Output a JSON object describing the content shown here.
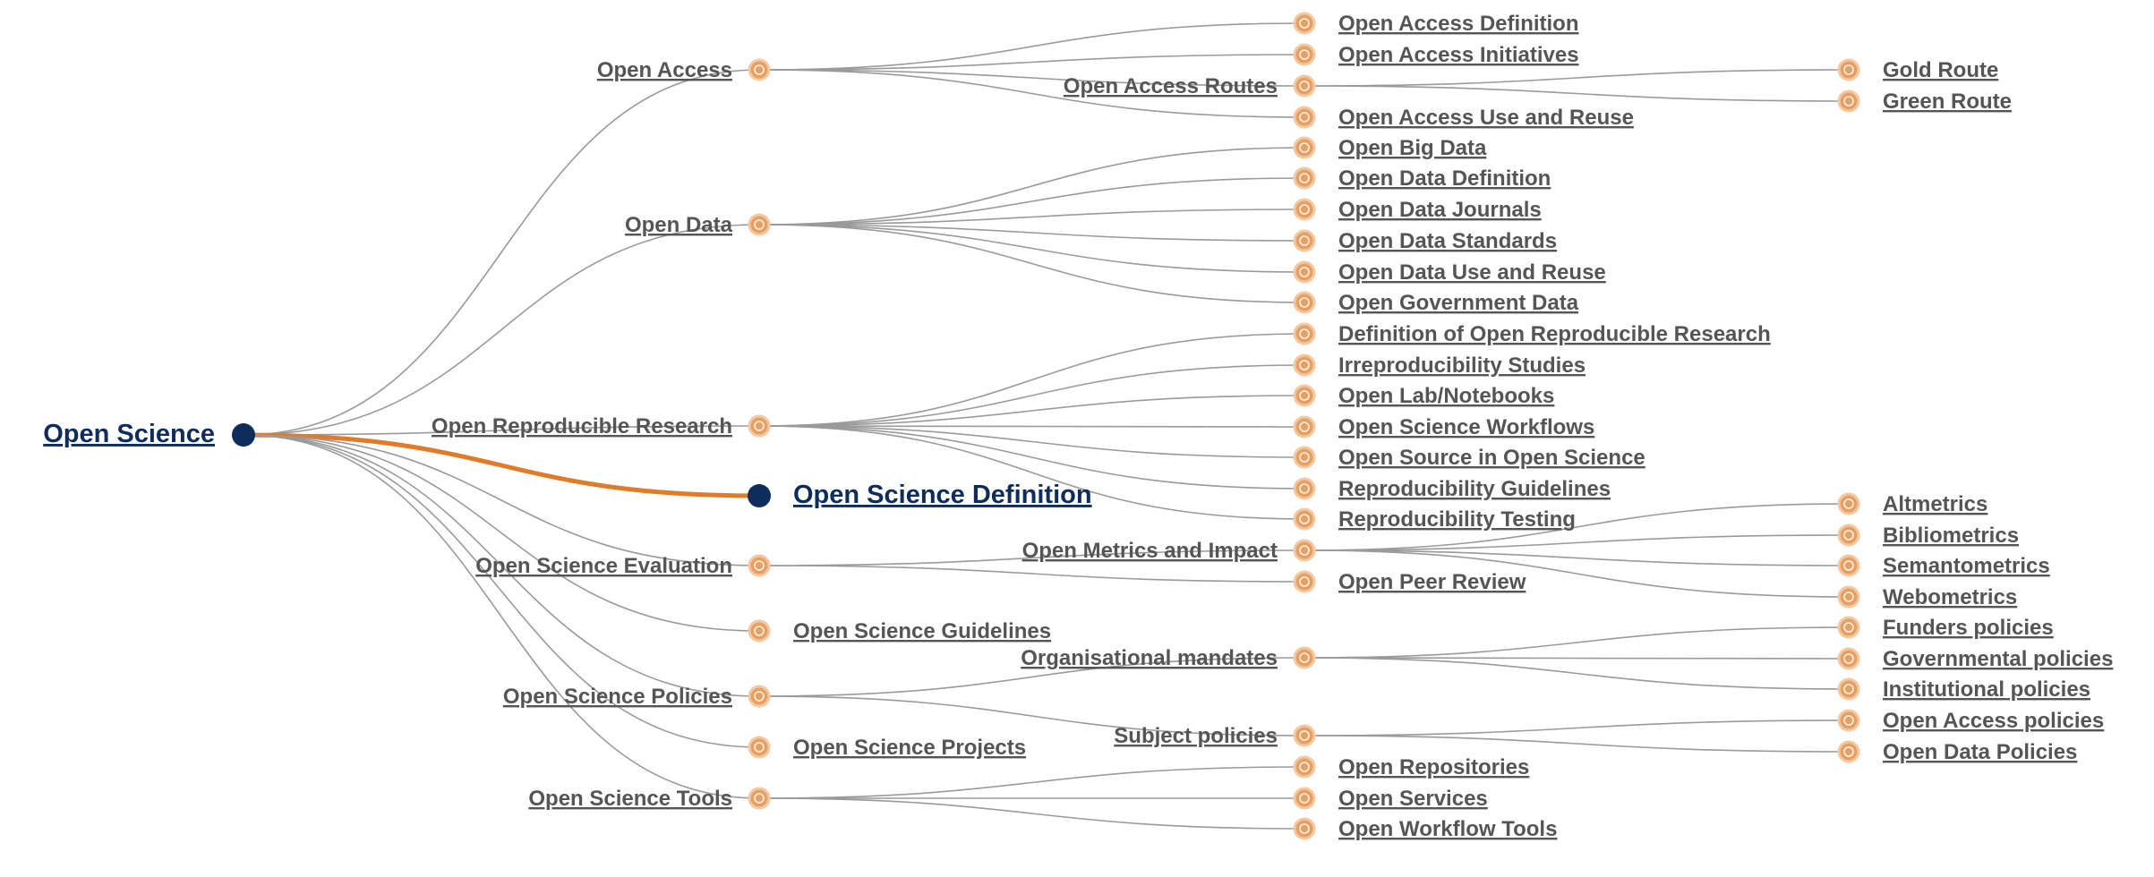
{
  "colors": {
    "link": "#9a9a9a",
    "active_link": "#e07b2a",
    "node": "#e8a062",
    "root_node": "#0f2d5c",
    "label": "#555555",
    "root_label": "#0f2d5c"
  },
  "tree": {
    "id": "open-science",
    "label": "Open Science",
    "children": [
      {
        "id": "open-access",
        "label": "Open Access",
        "children": [
          {
            "id": "open-access-definition",
            "label": "Open Access Definition"
          },
          {
            "id": "open-access-initiatives",
            "label": "Open Access Initiatives"
          },
          {
            "id": "open-access-routes",
            "label": "Open Access Routes",
            "children": [
              {
                "id": "gold-route",
                "label": "Gold Route"
              },
              {
                "id": "green-route",
                "label": "Green Route"
              }
            ]
          },
          {
            "id": "open-access-use-and-reuse",
            "label": "Open Access Use and Reuse"
          }
        ]
      },
      {
        "id": "open-data",
        "label": "Open Data",
        "children": [
          {
            "id": "open-big-data",
            "label": "Open Big Data"
          },
          {
            "id": "open-data-definition",
            "label": "Open Data Definition"
          },
          {
            "id": "open-data-journals",
            "label": "Open Data Journals"
          },
          {
            "id": "open-data-standards",
            "label": "Open Data Standards"
          },
          {
            "id": "open-data-use-and-reuse",
            "label": "Open Data Use and Reuse"
          },
          {
            "id": "open-government-data",
            "label": "Open Government Data"
          }
        ]
      },
      {
        "id": "open-reproducible-research",
        "label": "Open Reproducible Research",
        "children": [
          {
            "id": "definition-of-open-reproducible-research",
            "label": "Definition of Open Reproducible Research"
          },
          {
            "id": "irreproducibility-studies",
            "label": "Irreproducibility Studies"
          },
          {
            "id": "open-lab-notebooks",
            "label": "Open Lab/Notebooks"
          },
          {
            "id": "open-science-workflows",
            "label": "Open Science Workflows"
          },
          {
            "id": "open-source-in-open-science",
            "label": "Open Source in Open Science"
          },
          {
            "id": "reproducibility-guidelines",
            "label": "Reproducibility Guidelines"
          },
          {
            "id": "reproducibility-testing",
            "label": "Reproducibility Testing"
          }
        ]
      },
      {
        "id": "open-science-definition",
        "label": "Open Science Definition",
        "selected": true
      },
      {
        "id": "open-science-evaluation",
        "label": "Open Science Evaluation",
        "children": [
          {
            "id": "open-metrics-and-impact",
            "label": "Open Metrics and Impact",
            "children": [
              {
                "id": "altmetrics",
                "label": "Altmetrics"
              },
              {
                "id": "bibliometrics",
                "label": "Bibliometrics"
              },
              {
                "id": "semantometrics",
                "label": "Semantometrics"
              },
              {
                "id": "webometrics",
                "label": "Webometrics"
              }
            ]
          },
          {
            "id": "open-peer-review",
            "label": "Open Peer Review"
          }
        ]
      },
      {
        "id": "open-science-guidelines",
        "label": "Open Science Guidelines"
      },
      {
        "id": "open-science-policies",
        "label": "Open Science Policies",
        "children": [
          {
            "id": "organisational-mandates",
            "label": "Organisational mandates",
            "children": [
              {
                "id": "funders-policies",
                "label": "Funders policies"
              },
              {
                "id": "governmental-policies",
                "label": "Governmental policies"
              },
              {
                "id": "institutional-policies",
                "label": "Institutional policies"
              }
            ]
          },
          {
            "id": "subject-policies",
            "label": "Subject policies",
            "children": [
              {
                "id": "open-access-policies",
                "label": "Open Access policies"
              },
              {
                "id": "open-data-policies",
                "label": "Open Data Policies"
              }
            ]
          }
        ]
      },
      {
        "id": "open-science-projects",
        "label": "Open Science Projects"
      },
      {
        "id": "open-science-tools",
        "label": "Open Science Tools",
        "children": [
          {
            "id": "open-repositories",
            "label": "Open Repositories"
          },
          {
            "id": "open-services",
            "label": "Open Services"
          },
          {
            "id": "open-workflow-tools",
            "label": "Open Workflow Tools"
          }
        ]
      }
    ]
  }
}
